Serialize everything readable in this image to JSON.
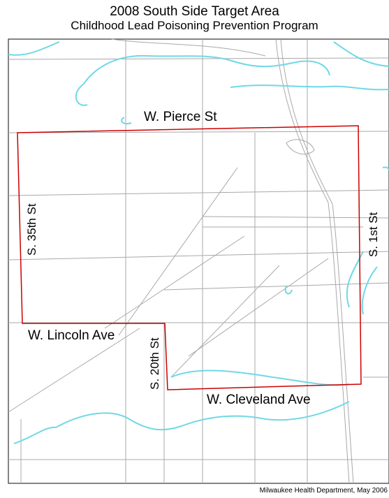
{
  "title_line1": "2008 South Side Target Area",
  "title_line2": "Childhood Lead Poisoning Prevention Program",
  "labels": {
    "pierce": "W. Pierce St",
    "lincoln": "W. Lincoln Ave",
    "cleveland": "W. Cleveland Ave",
    "s35": "S. 35th St",
    "s20": "S. 20th St",
    "s1": "S. 1st St"
  },
  "credit": "Milwaukee Health Department, May 2006",
  "colors": {
    "boundary": "#cc0000",
    "water": "#6fd8e6",
    "street": "#a8a8a8",
    "frame": "#333333"
  }
}
